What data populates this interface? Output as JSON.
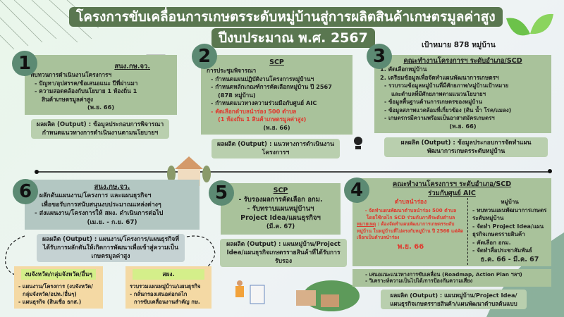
{
  "title": {
    "line1": "โครงการขับเคลื่อนการเกษตรระดับหมู่บ้านสู่การผลิตสินค้าเกษตรมูลค่าสูง",
    "line2": "ปีงบประมาณ พ.ศ. 2567"
  },
  "target": "เป้าหมาย 878 หมู่บ้าน",
  "colors": {
    "title_bg": "#5a7750",
    "box_green": "#a9c29b",
    "circle": "#5c8a73",
    "box6": "#b3c7c2",
    "yellow": "#f4d9a4",
    "red_text": "#e0392e"
  },
  "step1": {
    "num": "1",
    "head": "สนง.กษ.จว.",
    "lines": [
      "ทบทวนการดำเนินงานโครงการฯ",
      "- ปัญหา/อุปสรรค/ข้อเสนอแนะ ปีที่ผ่านมา",
      "- ความสอดคล้องกับนโยบาย 1 ท้องถิ่น 1",
      "สินค้าเกษตรมูลค่าสูง"
    ],
    "date": "(พ.ย. 66)",
    "output": "ผลผลิต (Output) : ข้อมูลประกอบการพิจารณากำหนดแนวทางการดำเนินงานตามนโยบายฯ"
  },
  "step2": {
    "num": "2",
    "head": "SCP",
    "lines": [
      "การประชุมพิจารณา",
      "- กำหนดแผนปฏิบัติงานโครงการหมู่บ้านฯ",
      "- กำหนดหลักเกณฑ์การคัดเลือกหมู่บ้าน ปี 2567",
      "(878 หมู่บ้าน)",
      "- กำหนดแนวทางความร่วมมือกับศูนย์ AIC"
    ],
    "red": [
      "- คัดเลือกตำบลนำร่อง 500 ตำบล",
      "(1 ท้องถิ่น 1 สินค้าเกษตรมูลค่าสูง)"
    ],
    "date": "(พ.ย. 66)",
    "output": "ผลผลิต (Output) : แนวทางการดำเนินงานโครงการฯ"
  },
  "step3": {
    "num": "3",
    "head": "คณะทำงานโครงการฯ ระดับอำเภอ/SCD",
    "lines": [
      "1. คัดเลือกหมู่บ้าน",
      "2. เตรียมข้อมูลเพื่อจัดทำแผนพัฒนาการเกษตรฯ"
    ],
    "sub": [
      "- รวบรวมข้อมูลหมู่บ้านที่มีศักยภาพ/หมู่บ้านเป้าหมาย",
      "และตำบลที่มีศักยภาพตามแนวนโยบายฯ",
      "- ข้อมูลพื้นฐานด้านการเกษตรของหมู่บ้าน",
      "- ข้อมูลสภาพแวดล้อมที่เกี่ยวข้อง (ดิน น้ำ โรค/แมลง)",
      "- เกษตรกรมีความพร้อมเป็นอาสาสมัครเกษตรฯ"
    ],
    "date": "(พ.ย. 66)",
    "output": "ผลผลิต (Output) : ข้อมูลประกอบการจัดทำแผนพัฒนาการเกษตรระดับหมู่บ้าน"
  },
  "step4": {
    "num": "4",
    "head1": "คณะทำงานโครงการฯ ระดับอำเภอ/SCD",
    "head2": "ร่วมกับศูนย์ AIC",
    "left_head": "ตำบลนำร่อง",
    "left_lines": [
      "- จัดทำแผนพัฒนาตำบลนำร่อง 500 ตำบล",
      "โดยใช้กลไก SCD ร่วมกับภาคีระดับตำบล"
    ],
    "note_label": "หมายเหตุ",
    "note": " : ต้องจัดทำแผนพัฒนาการเกษตรระดับหมู่บ้าน ในหมู่บ้านที่ไม่ตรงกับหมู่บ้าน ปี 2566 แต่คัดเลือกเป็นตำบลนำร่อง",
    "left_date": "พ.ย. 66",
    "right_head": "หมู่บ้าน",
    "right_lines": [
      "- ทบทวนแผนพัฒนาการเกษตรระดับหมู่บ้าน",
      "- จัดทำ Project Idea/แผนธุรกิจเกษตรรายสินค้า",
      "- คัดเลือก อกม.",
      "- จัดทำสื่อประชาสัมพันธ์"
    ],
    "right_date": "ธ.ค. 66 - มี.ค. 67",
    "extra": [
      "- เสนอแนะแนวทางการขับเคลื่อน (Roadmap, Action Plan ฯลฯ)",
      "- วิเคราะห์ความเป็นไปได้/การป้องกันความเสี่ยง"
    ],
    "output": "ผลผลิต (Output) : แผนหมู่บ้าน/Project Idea/แผนธุรกิจเกษตรรายสินค้า/แผนพัฒนาตำบลต้นแบบ"
  },
  "step5": {
    "num": "5",
    "head": "SCP",
    "lines": [
      "- รับรองผลการคัดเลือก อกม.",
      "- รับทราบแผนหมู่บ้านฯ",
      "Project Idea/แผนธุรกิจฯ"
    ],
    "date": "(มี.ค. 67)",
    "output": "ผลผลิต (Output) : แผนหมู่บ้าน/Project Idea/แผนธุรกิจเกษตรรายสินค้าที่ได้รับการรับรอง"
  },
  "step6": {
    "num": "6",
    "head": "สนง.กษ.จว.",
    "lines": [
      "- ผลักดันแผนงาน/โครงการ และแผนธุรกิจฯ",
      "เพื่อขอรับการสนับสนุนงบประมาณแหล่งต่างๆ",
      "- ส่งแผนงาน/โครงการให้ สผง. ดำเนินการต่อไป"
    ],
    "date": "(เม.ย. - ก.ย. 67)",
    "output": "ผลผลิต (Output) : แผนงาน/โครงการ/แผนธุรกิจที่ได้รับการผลักดันให้เกิดการพัฒนาเพื่อเข้าสู่ความเป็นเกษตรมูลค่าสูง"
  },
  "budget": {
    "head": "งบจังหวัด/กลุ่มจังหวัด/อื่นๆ",
    "lines": [
      "- แผนงาน/โครงการ (งบจังหวัด/",
      "กลุ่มจังหวัด/อปท./อื่นๆ)",
      "- แผนธุรกิจ (สินเชื่อ ธกส.)"
    ]
  },
  "spg": {
    "head": "สผง.",
    "lines": [
      "รวบรวมแผนหมู่บ้าน/แผนธุรกิจ",
      "- กลั่นกรองเสนอต่อกลไก",
      "การขับเคลื่อนงานสำคัญ กษ."
    ]
  }
}
